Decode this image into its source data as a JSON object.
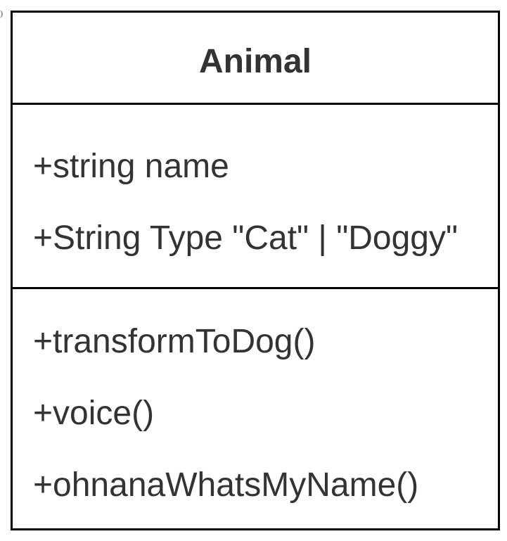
{
  "class": {
    "name": "Animal",
    "attributes": [
      "+string name",
      "+String Type \"Cat\" | \"Doggy\""
    ],
    "methods": [
      "+transformToDog()",
      "+voice()",
      "+ohnanaWhatsMyName()"
    ]
  },
  "colors": {
    "border": "#000000",
    "text": "#333333",
    "background": "#ffffff"
  }
}
